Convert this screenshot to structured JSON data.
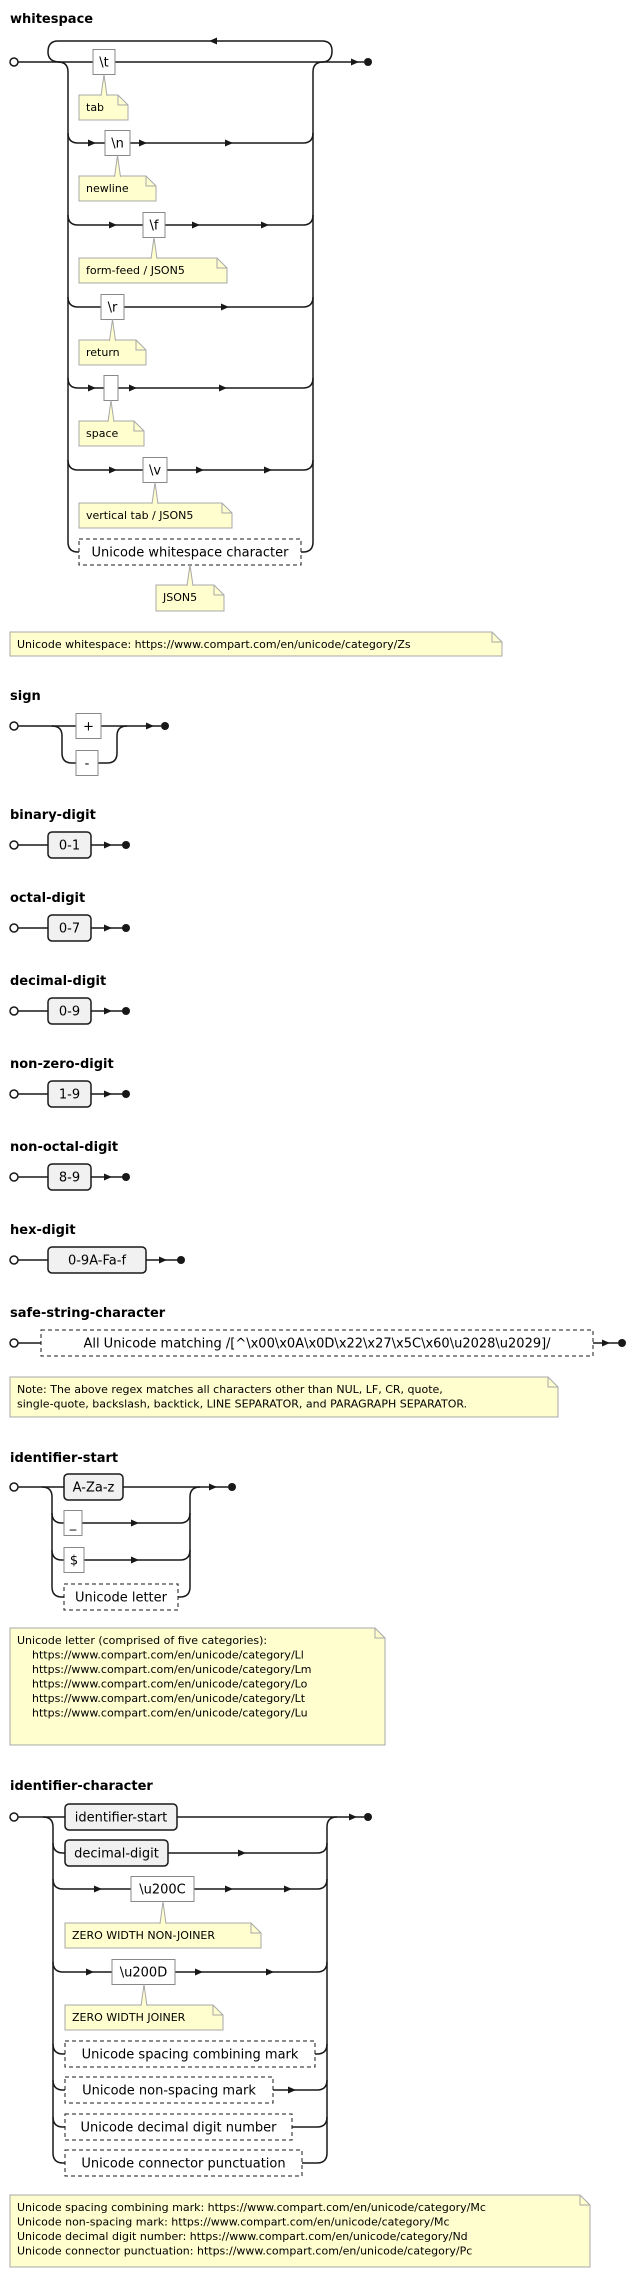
{
  "colors": {
    "line": "#181818",
    "note_fill": "#fefece",
    "note_border": "#a8a8a8",
    "rule_fill": "#f1f1f1",
    "literal_border": "#888888"
  },
  "whitespace": {
    "title": "whitespace",
    "items": [
      "\\t",
      "\\n",
      "\\f",
      "\\r",
      " ",
      "\\v",
      "Unicode whitespace character"
    ],
    "notes": [
      "tab",
      "newline",
      "form-feed / JSON5",
      "return",
      "space",
      "vertical tab / JSON5",
      "JSON5"
    ],
    "footnote": "Unicode whitespace: https://www.compart.com/en/unicode/category/Zs"
  },
  "sign": {
    "title": "sign",
    "items": [
      "+",
      "-"
    ]
  },
  "binary_digit": {
    "title": "binary-digit",
    "item": "0-1"
  },
  "octal_digit": {
    "title": "octal-digit",
    "item": "0-7"
  },
  "decimal_digit": {
    "title": "decimal-digit",
    "item": "0-9"
  },
  "non_zero_digit": {
    "title": "non-zero-digit",
    "item": "1-9"
  },
  "non_octal_digit": {
    "title": "non-octal-digit",
    "item": "8-9"
  },
  "hex_digit": {
    "title": "hex-digit",
    "item": "0-9A-Fa-f"
  },
  "safe_string_character": {
    "title": "safe-string-character",
    "item": "All Unicode matching /[^\\x00\\x0A\\x0D\\x22\\x27\\x5C\\x60\\u2028\\u2029]/",
    "note": [
      "Note: The above regex matches all characters other than NUL, LF, CR, quote,",
      "single-quote, backslash, backtick, LINE SEPARATOR, and PARAGRAPH SEPARATOR."
    ]
  },
  "identifier_start": {
    "title": "identifier-start",
    "items": [
      "A-Za-z",
      "_",
      "$",
      "Unicode letter"
    ],
    "note": [
      "Unicode letter (comprised of five categories):",
      "https://www.compart.com/en/unicode/category/Ll",
      "https://www.compart.com/en/unicode/category/Lm",
      "https://www.compart.com/en/unicode/category/Lo",
      "https://www.compart.com/en/unicode/category/Lt",
      "https://www.compart.com/en/unicode/category/Lu"
    ]
  },
  "identifier_character": {
    "title": "identifier-character",
    "items": [
      "identifier-start",
      "decimal-digit",
      "\\u200C",
      "\\u200D",
      "Unicode spacing combining mark",
      "Unicode non-spacing mark",
      "Unicode decimal digit number",
      "Unicode connector punctuation"
    ],
    "notes": [
      "ZERO WIDTH NON-JOINER",
      "ZERO WIDTH JOINER"
    ],
    "footnote": [
      "Unicode spacing combining mark: https://www.compart.com/en/unicode/category/Mc",
      "Unicode non-spacing mark: https://www.compart.com/en/unicode/category/Mc",
      "Unicode decimal digit number: https://www.compart.com/en/unicode/category/Nd",
      "Unicode connector punctuation: https://www.compart.com/en/unicode/category/Pc"
    ]
  }
}
